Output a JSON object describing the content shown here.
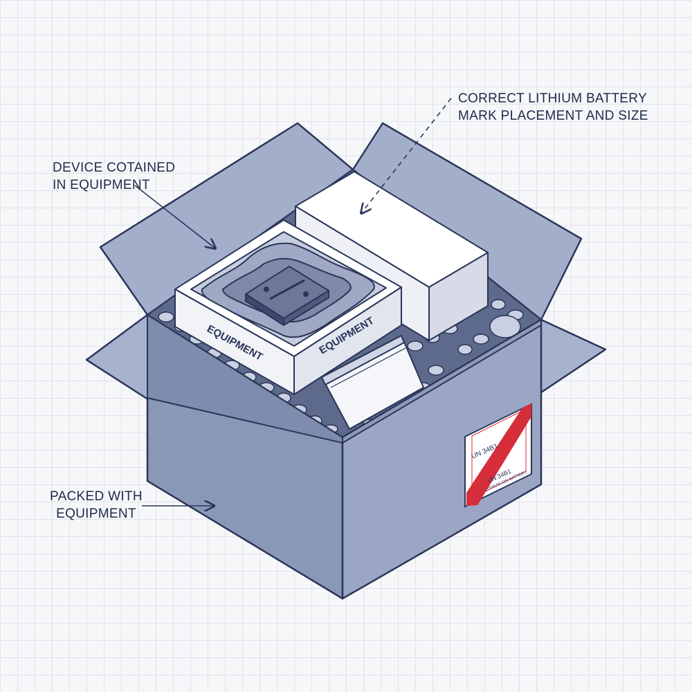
{
  "callouts": {
    "device_contained": {
      "line1": "DEVICE COTAINED",
      "line2": "IN EQUIPMENT"
    },
    "correct_mark": {
      "line1": "CORRECT LITHIUM BATTERY",
      "line2": "MARK PLACEMENT AND SIZE"
    },
    "packed_with": {
      "line1": "PACKED WITH",
      "line2": "EQUIPMENT"
    }
  },
  "equipment_box": {
    "label_front": "EQUIPMENT",
    "label_side": "EQUIPMENT"
  },
  "battery_mark": {
    "un_number_top": "UN 34B1",
    "un_number_bottom": "UN 34B1",
    "caption": "LITHIUM ION BATTERY",
    "stripe_color": "#d62d3a"
  },
  "colors": {
    "carton": "#8a98b8",
    "outline": "#2a3558",
    "grid": "#dfe2e8"
  }
}
